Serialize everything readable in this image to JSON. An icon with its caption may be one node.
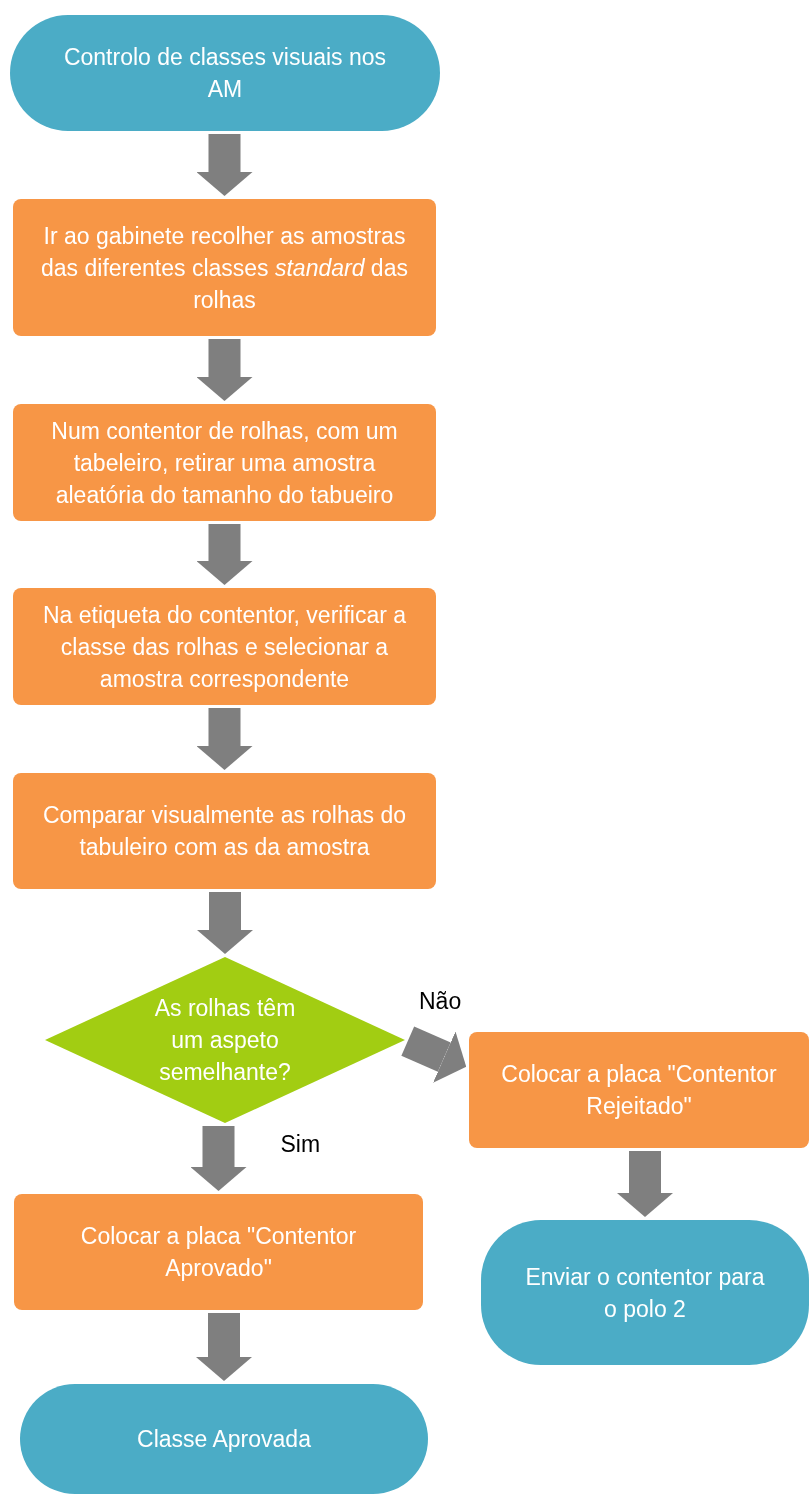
{
  "diagram": {
    "nodes": [
      {
        "text": [
          "Controlo de classes visuais nos AM"
        ]
      },
      {
        "text": [
          "Ir ao gabinete recolher as amostras das diferentes classes *standard* das rolhas"
        ]
      },
      {
        "text": [
          "Num contentor de rolhas, com um tabeleiro, retirar uma amostra aleatória do tamanho do tabueiro"
        ]
      },
      {
        "text": [
          "Na etiqueta do contentor, verificar a classe das rolhas e selecionar a amostra correspondente"
        ]
      },
      {
        "text": [
          "Comparar visualmente as rolhas do tabuleiro com as da amostra"
        ]
      },
      {
        "text": [
          "As rolhas têm um aspeto semelhante?"
        ]
      },
      {
        "text": [
          "Colocar a placa \"Contentor Rejeitado\""
        ]
      },
      {
        "text": [
          "Colocar a placa \"Contentor Aprovado\""
        ]
      },
      {
        "text": [
          "Classe Aprovada"
        ]
      },
      {
        "text": [
          "Enviar o contentor para o polo 2"
        ]
      }
    ],
    "edges": [
      {
        "from": 0,
        "to": 1,
        "arrow": "to"
      },
      {
        "from": 1,
        "to": 2,
        "arrow": "to"
      },
      {
        "from": 2,
        "to": 3,
        "arrow": "to"
      },
      {
        "from": 3,
        "to": 4,
        "arrow": "to"
      },
      {
        "from": 4,
        "to": 5,
        "arrow": "to"
      },
      {
        "from": 5,
        "to": 6,
        "arrow": "to",
        "label": "Não"
      },
      {
        "from": 5,
        "to": 7,
        "arrow": "to",
        "label": "Sim"
      },
      {
        "from": 7,
        "to": 8,
        "arrow": "to"
      },
      {
        "from": 6,
        "to": 9,
        "arrow": "to"
      }
    ]
  }
}
